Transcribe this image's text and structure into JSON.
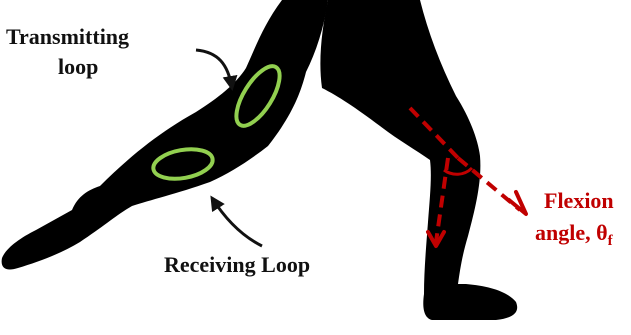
{
  "labels": {
    "transmitting_line1": "Transmitting",
    "transmitting_line2": "loop",
    "receiving": "Receiving Loop",
    "flexion_line1": "Flexion",
    "flexion_line2_prefix": "angle, θ",
    "flexion_subscript": "f"
  },
  "colors": {
    "leg_fill": "#000000",
    "loop_stroke": "#92d050",
    "angle_accent": "#c00000",
    "text_dark": "#111111"
  },
  "icons": {
    "transmitting_arrow": "curved-arrow-icon",
    "receiving_arrow": "curved-arrow-icon",
    "flexion_arrow": "dashed-arrow-icon"
  }
}
